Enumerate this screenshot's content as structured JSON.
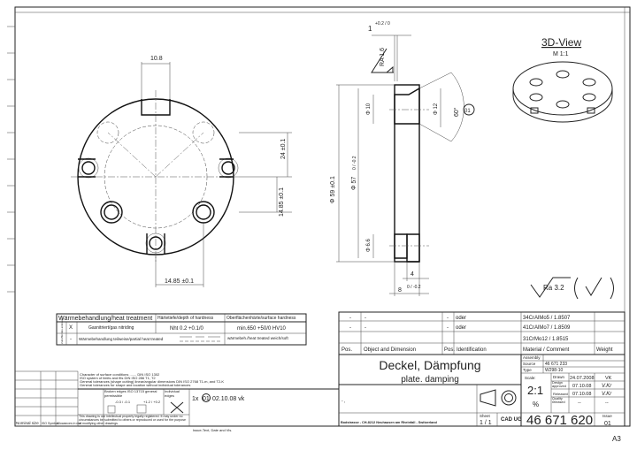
{
  "dimensions": {
    "slot_width": "10.8",
    "pitch_24": "24 ±0.1",
    "pitch_14_85_v": "14.85 ±0.1",
    "pitch_14_85_h": "14.85 ±0.1",
    "thickness_1": "1",
    "thickness_1_tol": "+0.2 / 0",
    "roughness_ra16": "RA 1.6",
    "dia_59": "Φ 59 ±0.1",
    "dia_57": "Φ 57",
    "dia_57_tol": "0 / -0.2",
    "dia_10": "Φ 10",
    "dia_12": "Φ 12",
    "dia_6_6": "Φ 6.6",
    "angle_60": "60°",
    "issue_marker": "01",
    "depth_4": "4",
    "thickness_8": "8",
    "thickness_8_tol": "0 / -0.2",
    "general_roughness": "Ra 3.2"
  },
  "view_3d": {
    "title": "3D-View",
    "scale": "M 1:1"
  },
  "heat_treatment": {
    "headers": [
      "Wärmebehandlung/heat treatment",
      "Härtetiefe/depth of hardness",
      "Oberflächenhärte/surface hardness"
    ],
    "side_label": "Zutreffendes ankreuzen",
    "rows": [
      {
        "mark": "X",
        "treatment": "Gasnitriert/gas nitriding",
        "depth": "Nht 0.2 +0.1/0",
        "hardness": "min.650 +50/0 HV10"
      },
      {
        "mark": "-",
        "treatment": "Wärmebehandlung teilweise/partial heat treated",
        "depth": "",
        "hardness": "wärmebeh./heat treated weich/soft"
      }
    ]
  },
  "notes": {
    "surface": "Character of surface conditions ....... DIN ISO 1302",
    "iso_system": "ISO system of limits and fits DIN ISO 286 T1, T2",
    "general_tol": "General tolerances (shape cutting) linear/angular dimensions DIN ISO 2768 T1-m, and T2-K",
    "general_tol2": "General tolerances for shape and location without individual tolerances",
    "broken_edges": "Broken edges ISO 13715 general permissible",
    "edge_vals_a": "-0.3 / -0.1",
    "edge_vals_b": "+1.2 / +0.2",
    "individual_edges": "Individual edges",
    "ip_notice": "This drawing is our intellectual property legally registered. It may under no circumstances be submitted to others or reproduced or used for the purpose of modifying other drawings.",
    "nominal_size": "Nominal size",
    "iso_symbol": "ISO Symbol",
    "allowances": "Allowances in mm",
    "issue_entry_prefix": "1x",
    "issue_entry_num": "01",
    "issue_entry": "02.10.08  vk",
    "issue_text_label": "Issue-Text, Date and Vis."
  },
  "parts_list": {
    "rows": [
      {
        "pos": "-",
        "object": "-",
        "pos2": "-",
        "ident": "oder",
        "material": "34CrAlMo5 / 1.8507",
        "weight": ""
      },
      {
        "pos": "-",
        "object": "-",
        "pos2": "-",
        "ident": "oder",
        "material": "41CrAlMo7 / 1.8509",
        "weight": ""
      },
      {
        "pos": "",
        "object": "",
        "pos2": "",
        "ident": "",
        "material": "31CrMo12 / 1.8515",
        "weight": ""
      }
    ],
    "headers": {
      "pos": "Pos.",
      "object": "Object and Dimension",
      "pos2": "Pos.",
      "ident": "Identification",
      "material": "Material / Comment",
      "weight": "Weight"
    }
  },
  "title_block": {
    "title_de": "Deckel, Dämpfung",
    "title_en": "plate. damping",
    "assembly_label": "Assembly",
    "assembly": "",
    "source_label": "Source",
    "source": "46 671 233",
    "type_label": "Type",
    "type": "W298-10",
    "scale_label": "Scale:",
    "scale": "2:1",
    "scale_unit": "%",
    "drawn_label": "Drawn",
    "drawn_date": "24.07.2008",
    "drawn_by": "VK",
    "design_label": "Design approved",
    "design_date": "07.10.08",
    "design_sig": "V.Kr",
    "released_label": "Released",
    "released_date": "07.10.08",
    "released_sig": "V.Kr",
    "quality_label": "Quality released",
    "quality_date": "--",
    "quality_sig": "--",
    "sheet_label": "Sheet",
    "sheet": "1 / 1",
    "cad": "CAD UG",
    "drawing_number": "46 671 620",
    "issue_label": "Issue",
    "issue": "01",
    "address": "Bodstrasse - CH-8212 Neuhausen am Rheinfall - Switzerland",
    "small_mark": "- ,",
    "format": "A3"
  }
}
